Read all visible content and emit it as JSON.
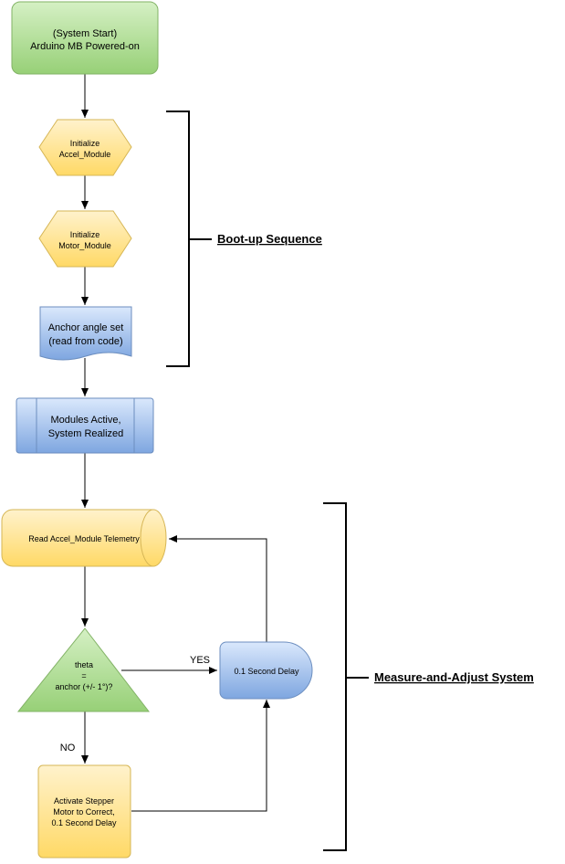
{
  "nodes": {
    "system_start": {
      "line1": "(System Start)",
      "line2": "Arduino MB Powered-on"
    },
    "init_accel": {
      "line1": "Initialize",
      "line2": "Accel_Module"
    },
    "init_motor": {
      "line1": "Initialize",
      "line2": "Motor_Module"
    },
    "anchor": {
      "line1": "Anchor angle set",
      "line2": "(read from code)"
    },
    "modules_active": {
      "line1": "Modules Active,",
      "line2": "System Realized"
    },
    "read_telemetry": {
      "line1": "Read Accel_Module Telemetry"
    },
    "decision": {
      "line1": "theta",
      "line2": "=",
      "line3": "anchor (+/- 1°)?"
    },
    "delay": {
      "line1": "0.1 Second Delay"
    },
    "stepper": {
      "line1": "Activate Stepper",
      "line2": "Motor to Correct,",
      "line3": "0.1 Second Delay"
    }
  },
  "edge_labels": {
    "yes": "YES",
    "no": "NO"
  },
  "groups": {
    "boot": "Boot-up Sequence",
    "measure": "Measure-and-Adjust System"
  },
  "colors": {
    "green_fill": "#a6d98a",
    "green_stroke": "#82b366",
    "yellow_fill": "#ffe08a",
    "yellow_stroke": "#d6b656",
    "blue_fill": "#9dbcf0",
    "blue_stroke": "#6c8ebf"
  }
}
